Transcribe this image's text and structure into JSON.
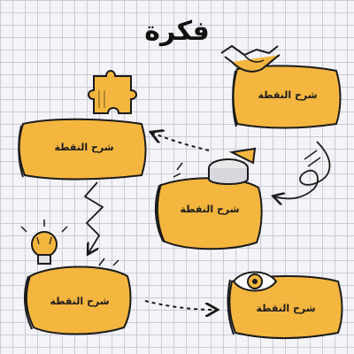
{
  "title": "فكرة",
  "colors": {
    "accent": "#F4B63F",
    "ink": "#1a1a1a",
    "paper": "#f4f4f8",
    "grid": "#c9ccd9"
  },
  "nodes": [
    {
      "label": "شرح النقطة",
      "icon": "handshake-icon"
    },
    {
      "label": "شرح النقطة",
      "icon": "puzzle-piece-icon"
    },
    {
      "label": "شرح النقطة",
      "icon": "pie-chart-icon"
    },
    {
      "label": "شرح النقطة",
      "icon": "lightbulb-icon"
    },
    {
      "label": "شرح النقطة",
      "icon": "eye-icon"
    }
  ]
}
